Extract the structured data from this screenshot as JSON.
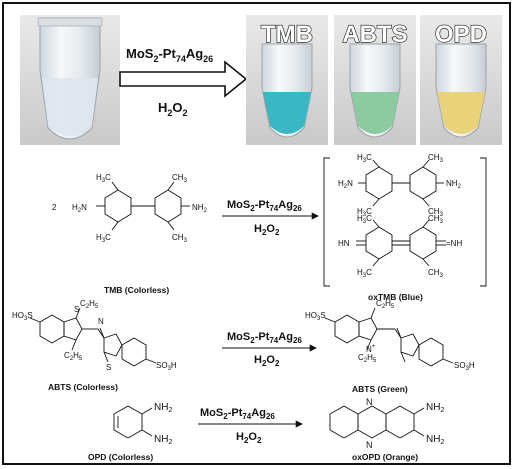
{
  "photo": {
    "reagent_top": "MoS",
    "reagent_sub1": "2",
    "reagent_mid": "-Pt",
    "reagent_sub2": "74",
    "reagent_ag": "Ag",
    "reagent_sub3": "26",
    "oxidant": "H",
    "oxidant_sub": "2",
    "oxidant_end": "O",
    "oxidant_sub2": "2",
    "tubes": [
      {
        "label": "TMB",
        "color": "#3ab7c4"
      },
      {
        "label": "ABTS",
        "color": "#8ccaa0"
      },
      {
        "label": "OPD",
        "color": "#e8d27a"
      }
    ],
    "blank_color": "#dfe6ee"
  },
  "tmb": {
    "coef": "2",
    "me": "H",
    "me3": "3",
    "c": "C",
    "ch": "CH",
    "nh": "NH",
    "h2n": "H",
    "n": "N",
    "hn": "HN",
    "eq": "=NH",
    "substrate_caption": "TMB (Colorless)",
    "product_caption": "oxTMB (Blue)"
  },
  "abts": {
    "ho3s": "HO",
    "s": "S",
    "c2h5": "C",
    "h5": "H",
    "so3h": "SO",
    "n": "N",
    "substrate_caption": "ABTS (Colorless)",
    "product_caption": "ABTS (Green)",
    "plus": "+"
  },
  "opd": {
    "nh2": "NH",
    "substrate_caption": "OPD (Colorless)",
    "product_caption": "oxOPD (Orange)"
  }
}
